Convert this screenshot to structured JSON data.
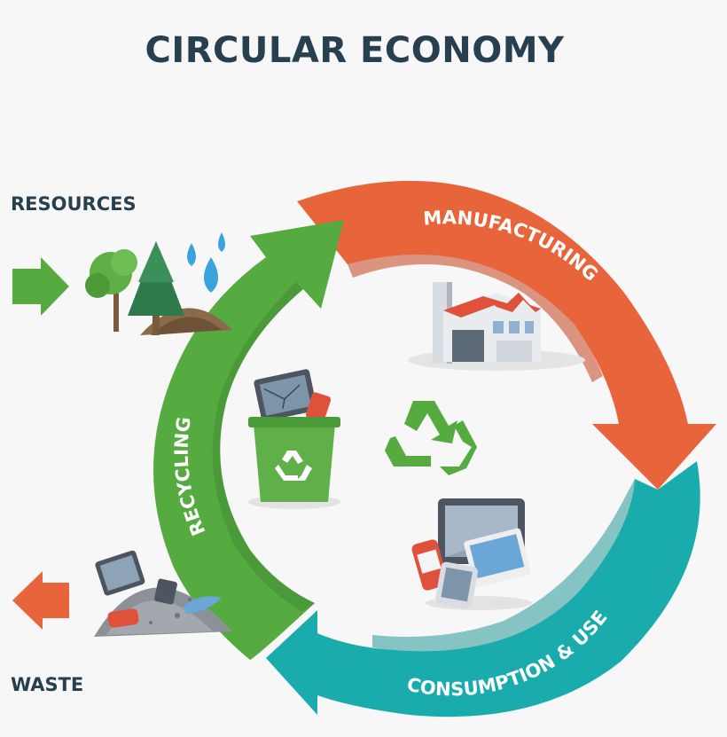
{
  "title": "CIRCULAR ECONOMY",
  "labels": {
    "resources": "RESOURCES",
    "waste": "WASTE",
    "manufacturing": "MANUFACTURING",
    "consumption": "CONSUMPTION & USE",
    "recycling": "RECYCLING"
  },
  "colors": {
    "title": "#27404f",
    "manufacturing": "#e8643b",
    "consumption": "#1aacad",
    "recycling": "#55ab40",
    "inflow_arrow": "#55ab40",
    "outflow_arrow": "#e8643b"
  },
  "icons": [
    "tree-icon",
    "pine-tree-icon",
    "water-drop-icon",
    "soil-pile-icon",
    "factory-icon",
    "recycling-bin-icon",
    "recycle-symbol-icon",
    "devices-icon",
    "waste-pile-icon",
    "in-arrow-icon",
    "out-arrow-icon"
  ]
}
